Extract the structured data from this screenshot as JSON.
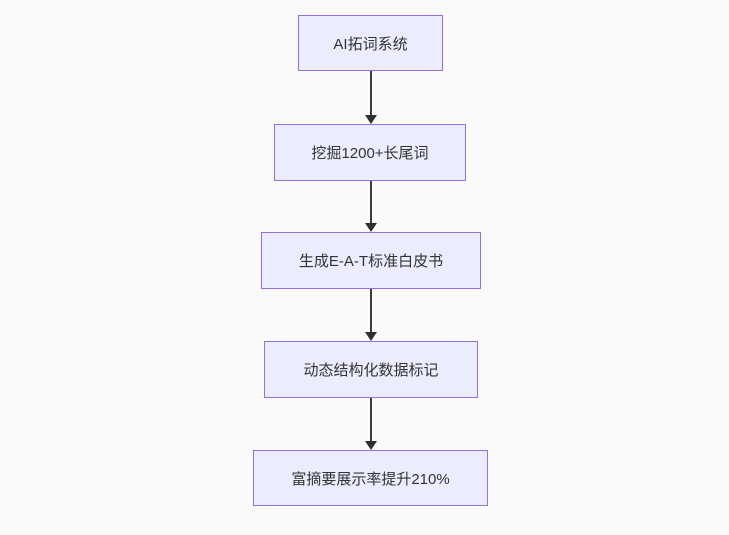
{
  "diagram": {
    "type": "flowchart",
    "direction": "top-down",
    "nodes": [
      {
        "label": "AI拓词系统"
      },
      {
        "label": "挖掘1200+长尾词"
      },
      {
        "label": "生成E-A-T标准白皮书"
      },
      {
        "label": "动态结构化数据标记"
      },
      {
        "label": "富摘要展示率提升210%"
      }
    ],
    "edges": [
      {
        "from": "AI拓词系统",
        "to": "挖掘1200+长尾词"
      },
      {
        "from": "挖掘1200+长尾词",
        "to": "生成E-A-T标准白皮书"
      },
      {
        "from": "生成E-A-T标准白皮书",
        "to": "动态结构化数据标记"
      },
      {
        "from": "动态结构化数据标记",
        "to": "富摘要展示率提升210%"
      }
    ],
    "colors": {
      "node_fill": "#ECECFF",
      "node_border": "#9370DB",
      "arrow": "#333333",
      "text": "#333333",
      "background": "#fafafa"
    }
  }
}
